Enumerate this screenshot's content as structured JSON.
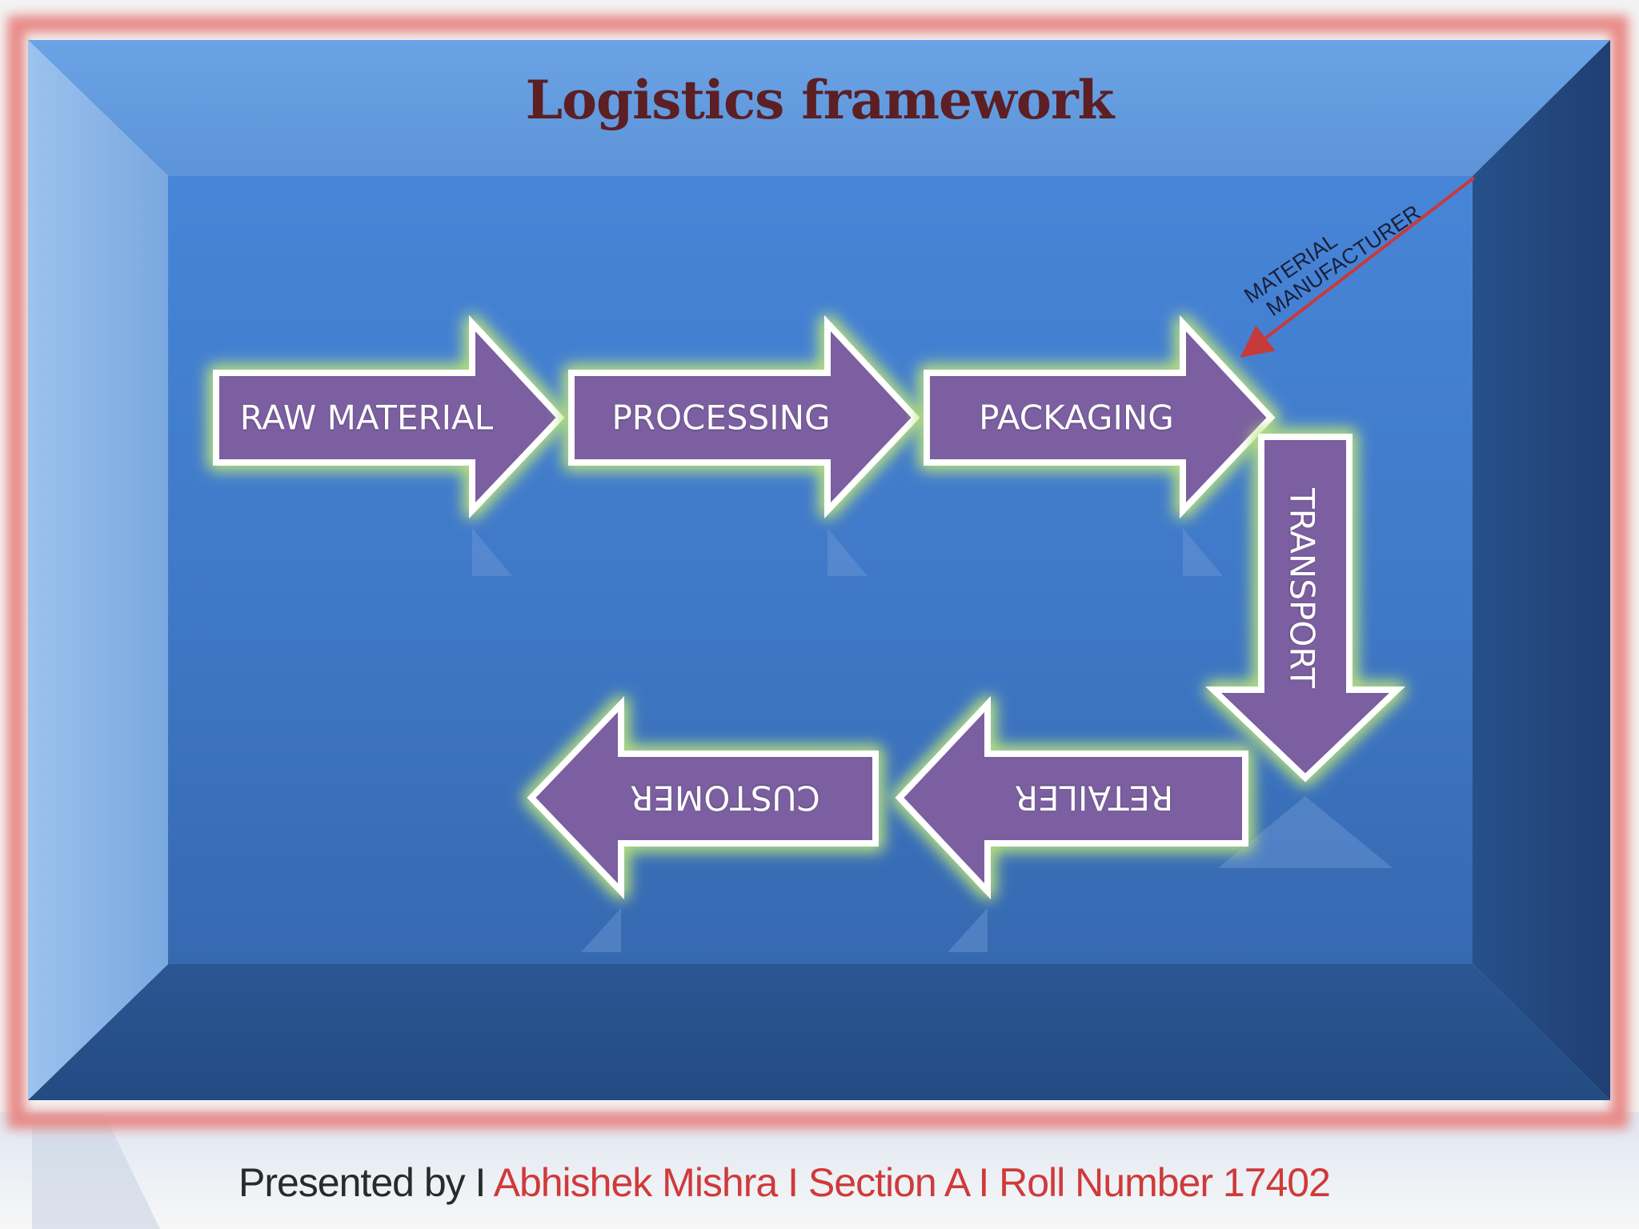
{
  "title": "Logistics framework",
  "steps": [
    {
      "label": "RAW MATERIAL",
      "direction": "right"
    },
    {
      "label": "PROCESSING",
      "direction": "right"
    },
    {
      "label": "PACKAGING",
      "direction": "right"
    },
    {
      "label": "TRANSPORT",
      "direction": "down"
    },
    {
      "label": "RETAILER",
      "direction": "left"
    },
    {
      "label": "CUSTOMER",
      "direction": "left"
    }
  ],
  "annotation": {
    "line1": "MATERIAL",
    "line2": "MANUFACTURER"
  },
  "footer": {
    "presented_by": "Presented by",
    "separator": "I",
    "name": "Abhishek Mishra",
    "section": "Section A",
    "roll": "Roll Number 17402"
  },
  "colors": {
    "arrow_fill": "#7b5fa0",
    "arrow_stroke": "#ffffff",
    "glow": "#b9e27e",
    "title": "#5b1f24",
    "annotation_arrow": "#c73a3a",
    "frame_red": "#e88a87"
  }
}
